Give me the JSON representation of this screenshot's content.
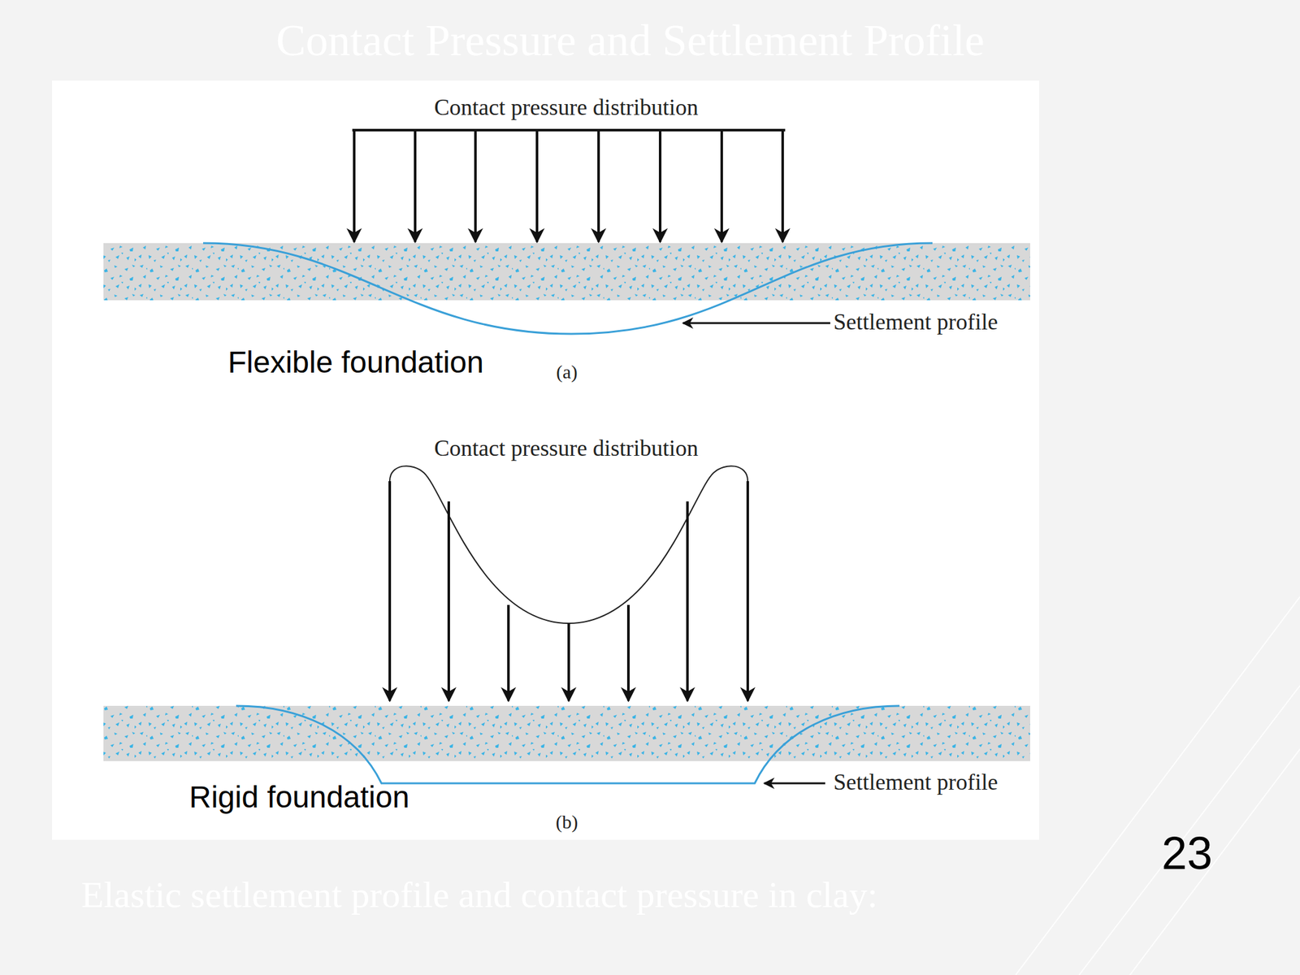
{
  "diagram": {
    "title": "Contact Pressure and Settlement Profile",
    "caption": "Elastic settlement profile and contact pressure in clay:",
    "labels": [
      "Contact pressure distribution",
      "Settlement profile",
      "Flexible foundation",
      "(a)",
      "Contact pressure distribution",
      "Settlement profile",
      "Rigid foundation",
      "(b)",
      "23"
    ]
  }
}
